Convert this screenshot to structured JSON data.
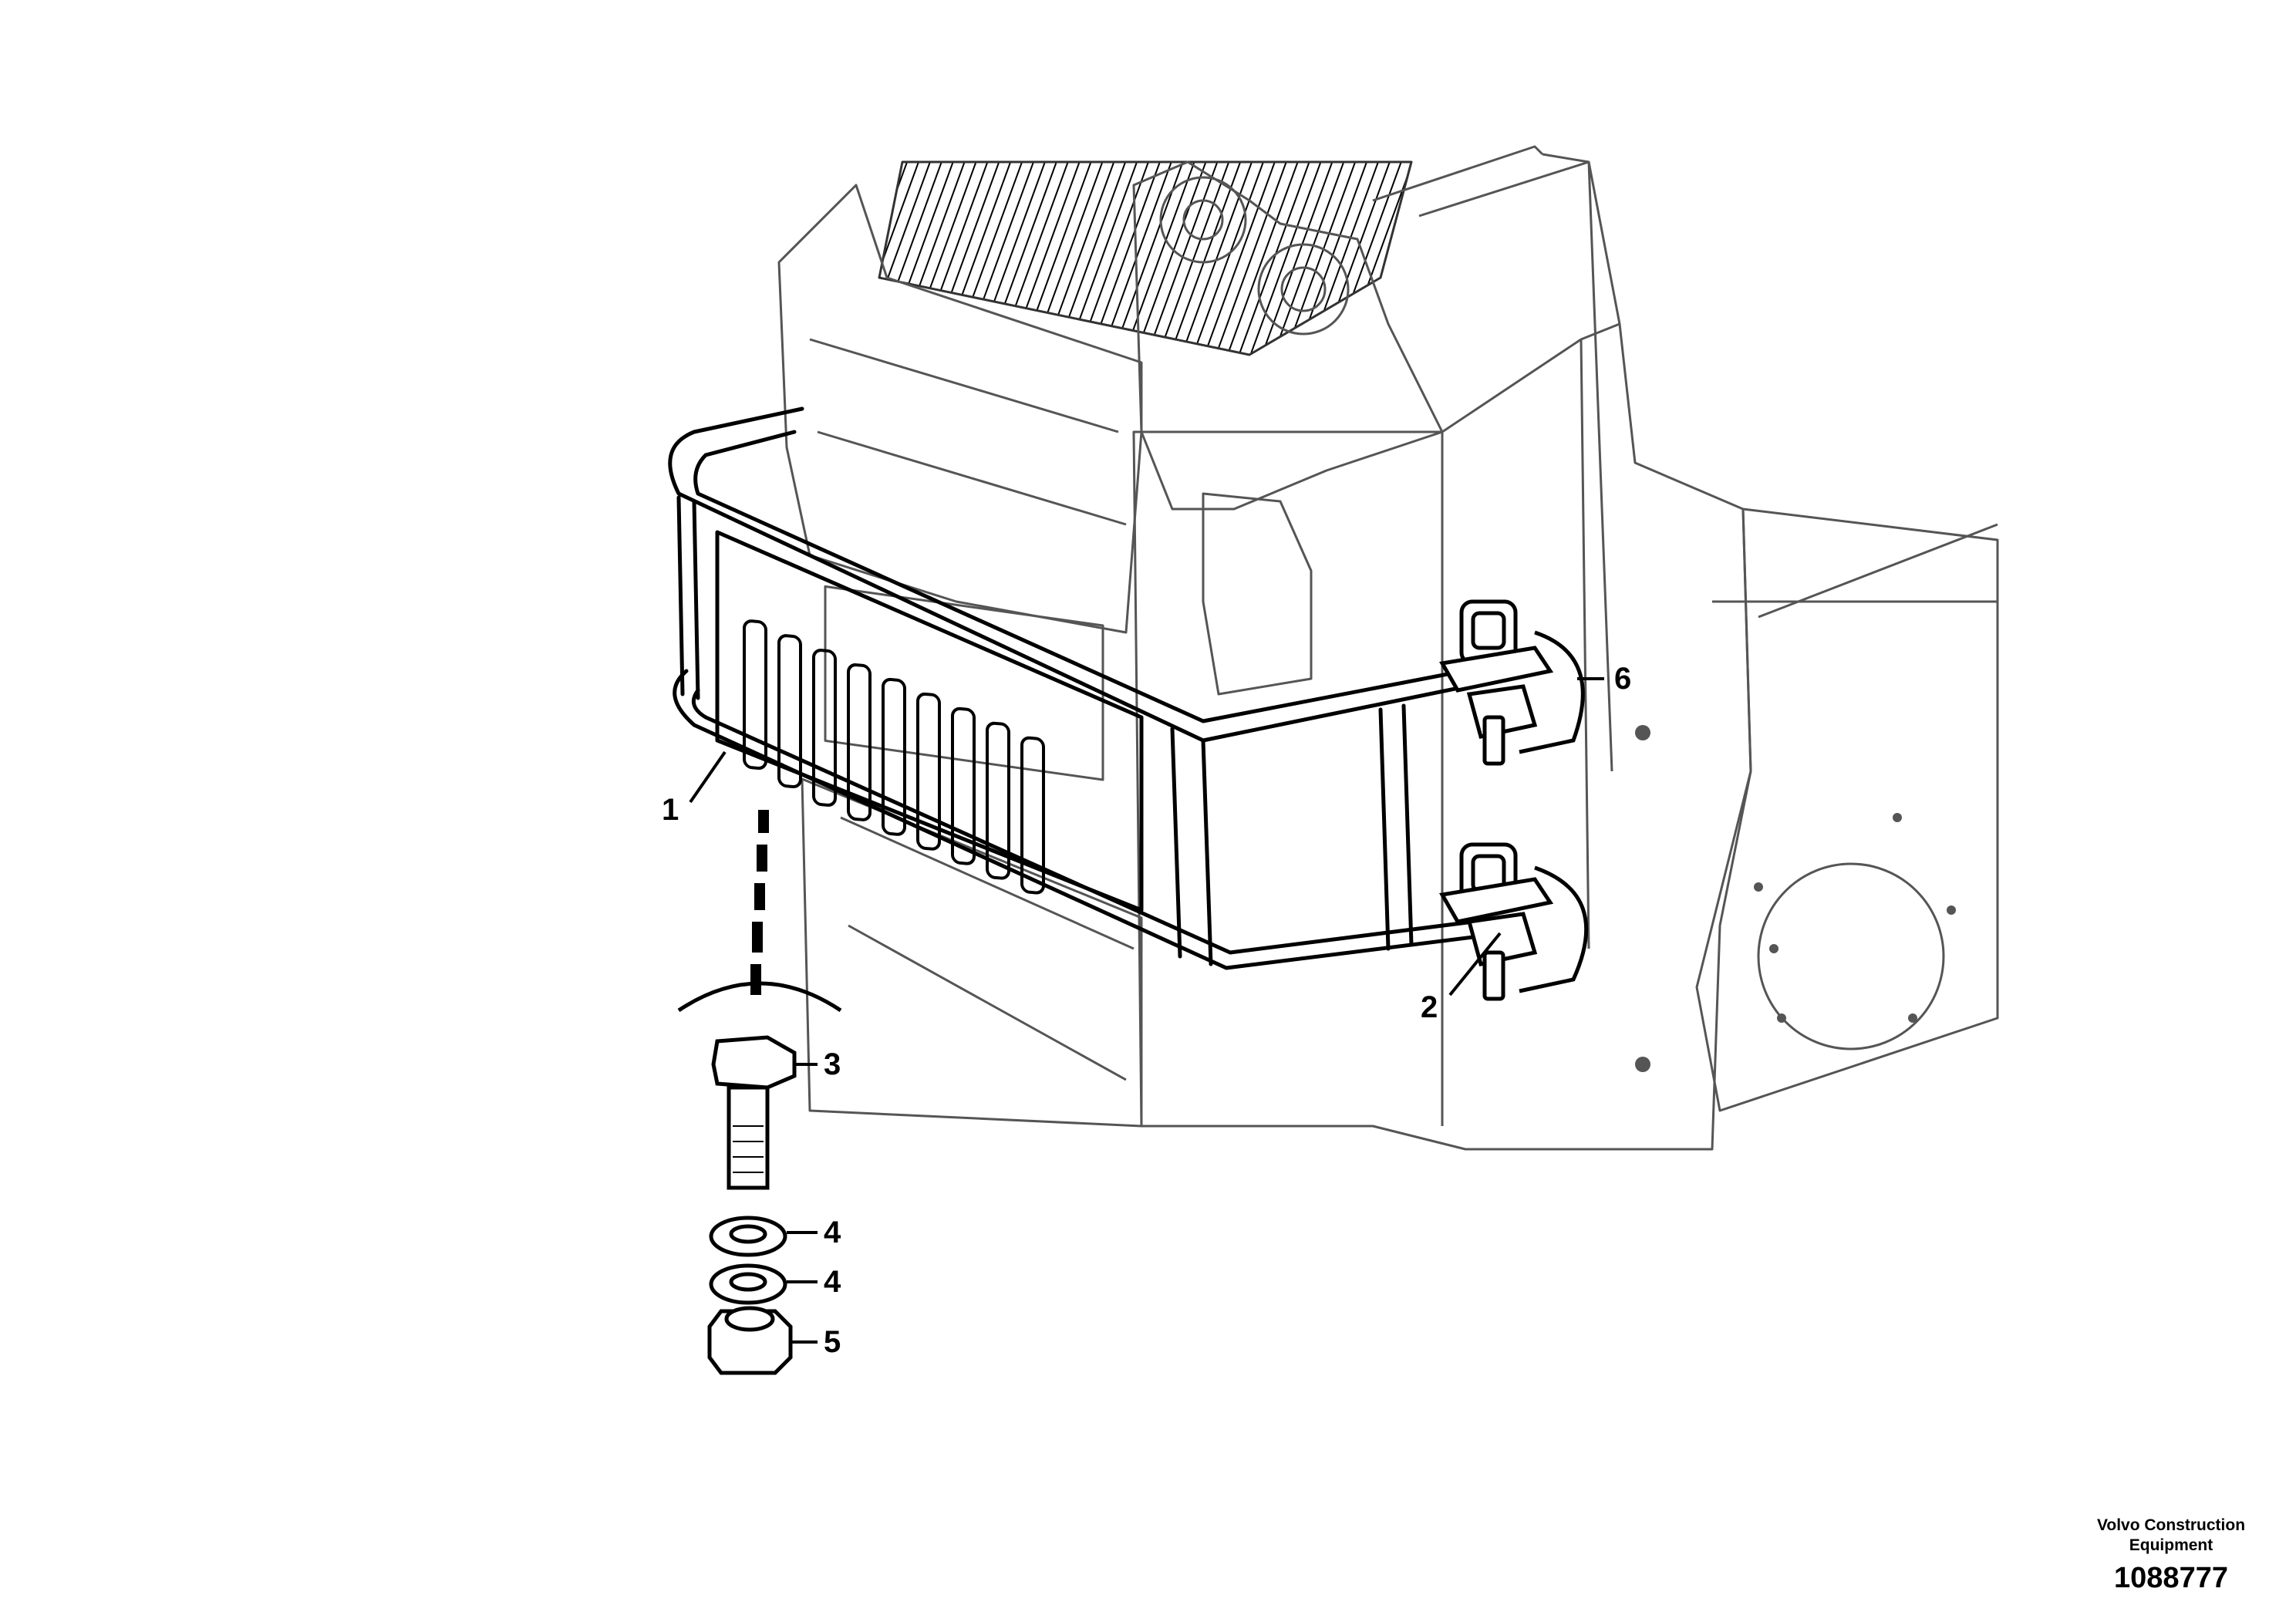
{
  "diagram": {
    "callouts": [
      {
        "id": "c1",
        "label": "1"
      },
      {
        "id": "c2",
        "label": "2"
      },
      {
        "id": "c3",
        "label": "3"
      },
      {
        "id": "c4a",
        "label": "4"
      },
      {
        "id": "c4b",
        "label": "4"
      },
      {
        "id": "c5",
        "label": "5"
      },
      {
        "id": "c6",
        "label": "6"
      }
    ],
    "footer": {
      "brand_line1": "Volvo Construction",
      "brand_line2": "Equipment",
      "doc_number": "1088777"
    }
  }
}
